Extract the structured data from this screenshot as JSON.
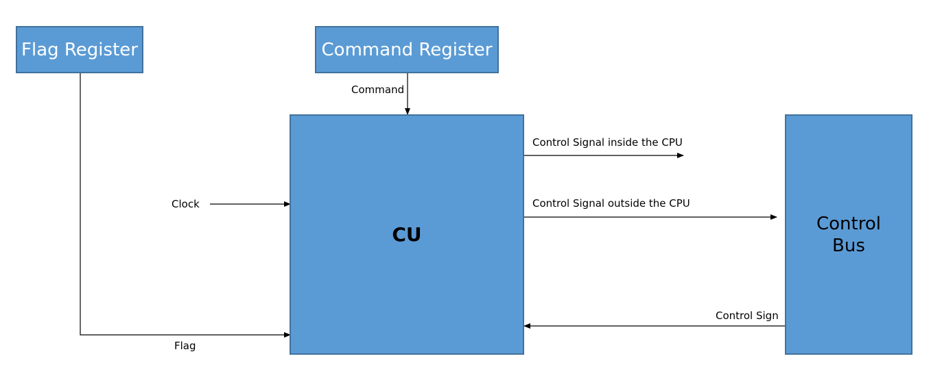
{
  "boxes": {
    "flag_register": "Flag Register",
    "command_register": "Command Register",
    "cu": "CU",
    "control_bus": "Control\nBus"
  },
  "labels": {
    "command": "Command",
    "clock": "Clock",
    "flag": "Flag",
    "control_signal_inside": "Control Signal inside the CPU",
    "control_signal_outside": "Control Signal outside the CPU",
    "control_sign": "Control Sign"
  },
  "colors": {
    "box_fill": "#5b9bd5",
    "box_border": "#41719c",
    "line": "#000000"
  }
}
